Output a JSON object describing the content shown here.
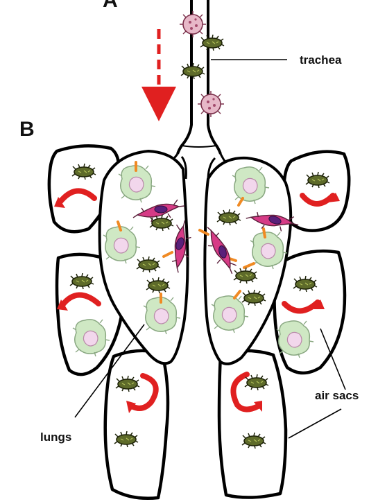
{
  "figure": {
    "panel_label_top": "A",
    "panel_label": "B",
    "labels": {
      "trachea": "trachea",
      "lungs": "lungs",
      "air_sacs": "air sacs"
    },
    "colors": {
      "outline": "#000000",
      "arrow_red": "#e02020",
      "macrophage_fill": "#cfe8c4",
      "macrophage_nucleus": "#f2d7ec",
      "spore_fill": "#5e6b2a",
      "epithelial_cell": "#d63b86",
      "epithelial_nucleus": "#5a1f7a",
      "receptor_orange": "#f08a24",
      "virus_fill": "#e7b8c8"
    },
    "icons": [
      "virus-particle-icon",
      "fungal-spore-icon",
      "macrophage-icon",
      "epithelial-cell-icon",
      "airflow-arrow-icon",
      "circulation-arrow-icon"
    ]
  }
}
